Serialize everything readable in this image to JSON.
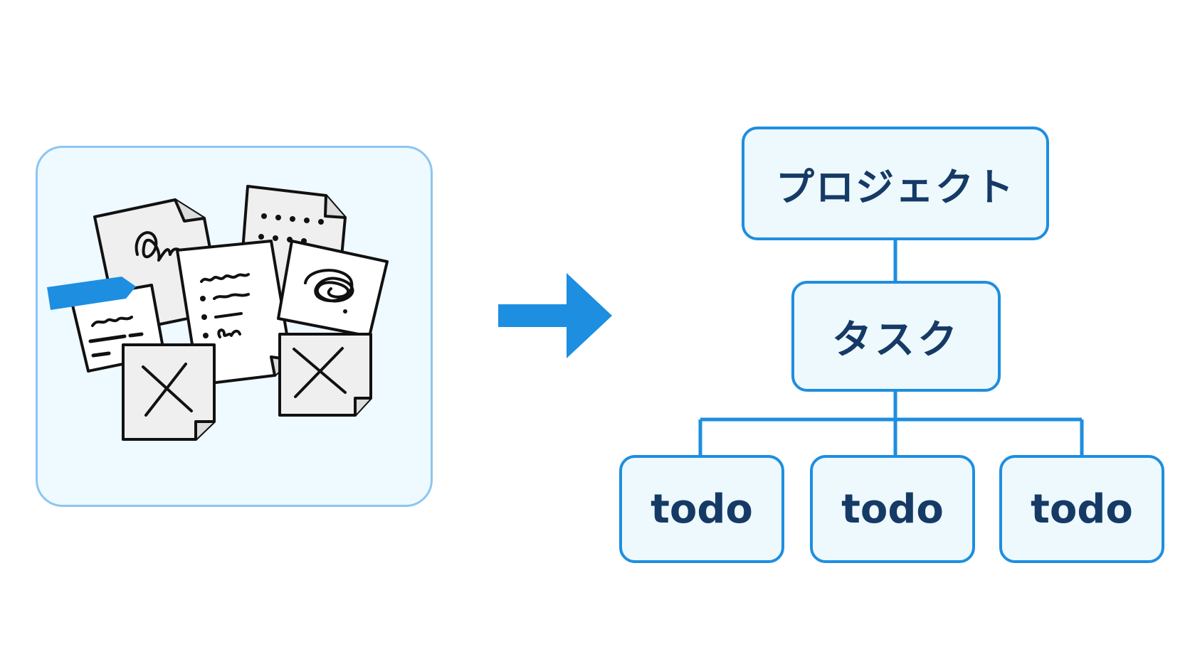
{
  "diagram": {
    "left_icon": "scattered-papers-icon",
    "arrow_icon": "right-arrow-icon",
    "colors": {
      "accent": "#1e8ee0",
      "panel_fill": "#eefaff",
      "panel_border": "#8cc6f2",
      "node_fill": "#eef9fd",
      "node_text": "#163a66"
    },
    "hierarchy": {
      "root": "プロジェクト",
      "child": "タスク",
      "leaves": [
        "todo",
        "todo",
        "todo"
      ]
    }
  }
}
